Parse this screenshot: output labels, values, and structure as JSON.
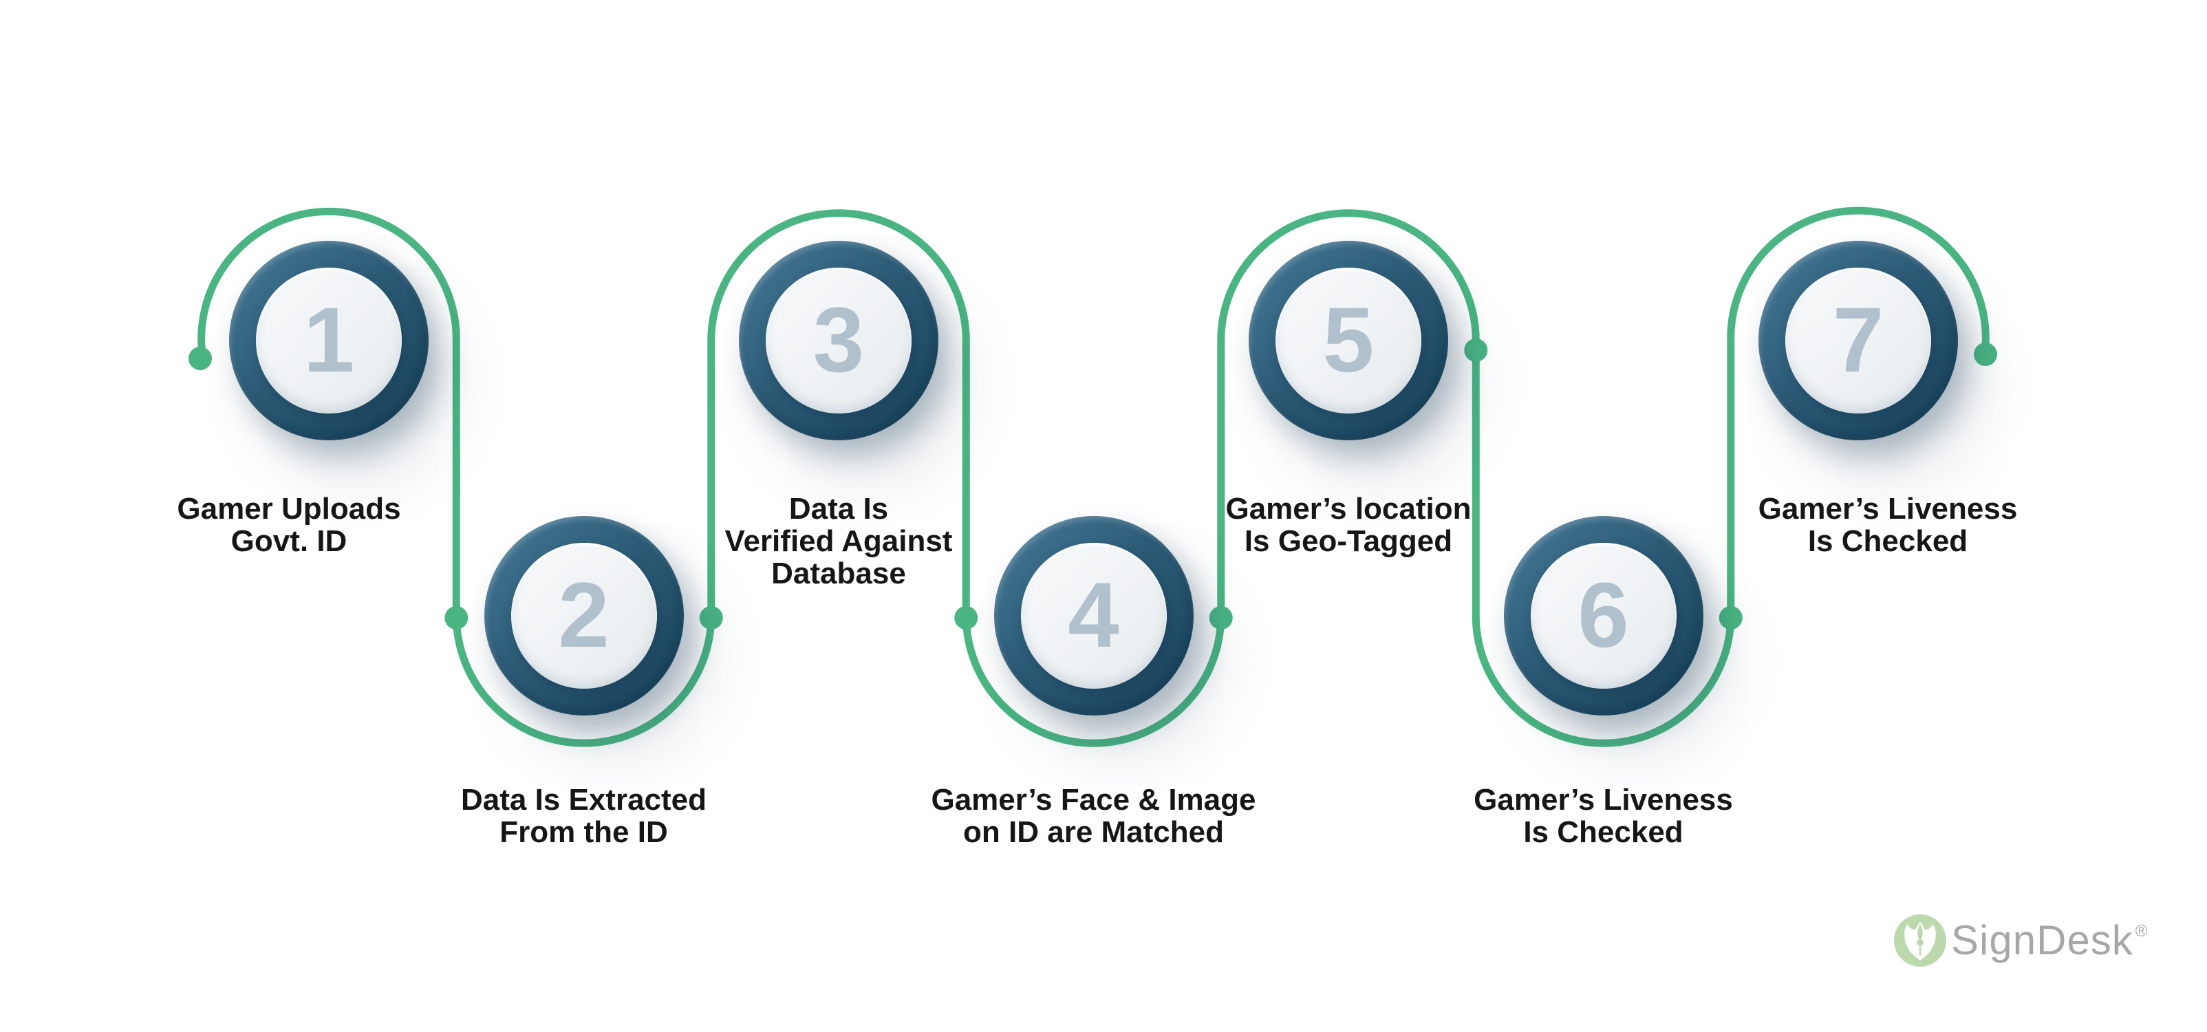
{
  "steps": [
    {
      "number": "1",
      "label": "Gamer Uploads\nGovt. ID",
      "row": "top"
    },
    {
      "number": "2",
      "label": "Data Is Extracted\nFrom the ID",
      "row": "bottom"
    },
    {
      "number": "3",
      "label": "Data Is\nVerified Against\nDatabase",
      "row": "top"
    },
    {
      "number": "4",
      "label": "Gamer’s Face & Image\non ID are Matched",
      "row": "bottom"
    },
    {
      "number": "5",
      "label": "Gamer’s location\nIs Geo-Tagged",
      "row": "top"
    },
    {
      "number": "6",
      "label": "Gamer’s Liveness\nIs Checked",
      "row": "bottom"
    },
    {
      "number": "7",
      "label": "Gamer’s Liveness\nIs Checked",
      "row": "top"
    }
  ],
  "logo": {
    "brand": "SignDesk",
    "registered": "®"
  },
  "colors": {
    "flow_green": "#4ab583",
    "ring_teal_light": "#457896",
    "ring_teal": "#2c5b76",
    "ring_teal_dark": "#1d4a64",
    "number_gray_blue": "#b0c0cc",
    "label_text": "#161616",
    "logo_green": "#bcd9ae",
    "logo_gray": "#a7a7a7",
    "background": "#ffffff"
  }
}
